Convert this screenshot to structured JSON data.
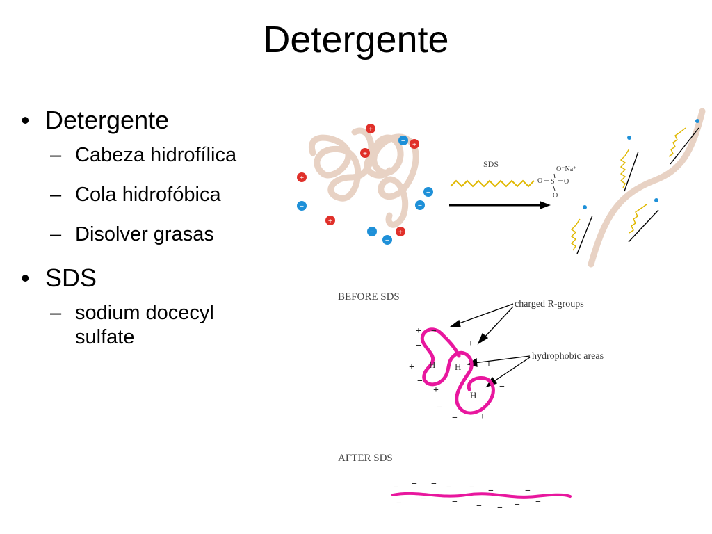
{
  "slide": {
    "title": "Detergente",
    "bullets": [
      {
        "text": "Detergente",
        "subitems": [
          "Cabeza hidrofílica",
          "Cola hidrofóbica",
          "Disolver grasas"
        ]
      },
      {
        "text": "SDS",
        "subitems": [
          "sodium docecyl sulfate"
        ]
      }
    ],
    "dash": "–"
  },
  "figure_top": {
    "sds_label": "SDS",
    "sulfate_o_na": "O⁻Na⁺",
    "sulfate_s": "S",
    "sulfate_o": "O",
    "plus_sign": "+",
    "minus_sign": "−"
  },
  "figure_bottom": {
    "before_label": "BEFORE SDS",
    "after_label": "AFTER SDS",
    "charged_label": "charged R-groups",
    "hydrophobic_label": "hydrophobic areas",
    "h_label": "H",
    "plus_sign": "+",
    "minus_sign": "−",
    "colors": {
      "protein": "#e8179e",
      "chain": "#e6c98a",
      "blue": "#1e90d8",
      "red": "#e0302a"
    }
  }
}
